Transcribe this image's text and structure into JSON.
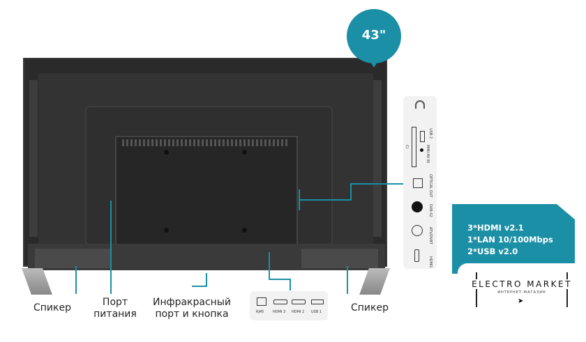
{
  "badge": {
    "size": "43\""
  },
  "callouts": {
    "speaker_left": "Спикер",
    "power_port": [
      "Порт",
      "питания"
    ],
    "ir_port": [
      "Инфракрасный",
      "порт и кнопка"
    ],
    "speaker_right": "Спикер"
  },
  "side_ports": [
    "HDMI1",
    "ATV/DVBT",
    "DVB-S2",
    "OPTICAL OUT",
    "MINI AV IN",
    "USB 2",
    "CI"
  ],
  "bottom_ports": [
    "RJ45",
    "HDMI 3",
    "HDMI 2",
    "USB 1"
  ],
  "specs": [
    "3*HDMI v2.1",
    "1*LAN 10/100Mbps",
    "2*USB v2.0"
  ],
  "logo": {
    "title": "ELECTRO MARKET",
    "subtitle": "ИНТЕРНЕТ-МАГАЗИН"
  },
  "colors": {
    "accent": "#1b8fa6"
  }
}
